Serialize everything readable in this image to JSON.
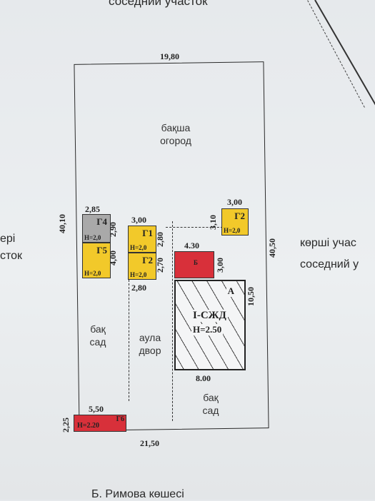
{
  "top_label": "соседний участок",
  "bottom_label": "Б. Римова көшесі",
  "left_labels": {
    "kazakh": "ері",
    "russian": "сток"
  },
  "right_labels": {
    "kazakh": "көрші учас",
    "russian": "соседний у"
  },
  "zones": {
    "garden_top": {
      "kazakh": "бақша",
      "russian": "огород"
    },
    "garden_left": {
      "kazakh": "бақ",
      "russian": "сад"
    },
    "yard": {
      "kazakh": "аула",
      "russian": "двор"
    },
    "garden_right": {
      "kazakh": "бақ",
      "russian": "сад"
    }
  },
  "dimensions": {
    "top": "19,80",
    "bottom": "21,50",
    "left": "40,10",
    "right": "40,50",
    "g4_width": "2,85",
    "g4_height": "2,90",
    "g1_width": "3,00",
    "g1_height": "2,80",
    "g2_mid_height": "2,70",
    "g2_mid_width": "2,80",
    "g5_height": "4,00",
    "g2_right_width": "3,00",
    "g2_right_height": "3,10",
    "shed_width": "4.30",
    "shed_height": "3,00",
    "house_width": "8.00",
    "house_height": "10,50",
    "g6_width": "5,50",
    "g6_height": "2,25"
  },
  "buildings": {
    "g4": {
      "name": "Г4",
      "height": "H=2,0"
    },
    "g5": {
      "name": "Г5",
      "height": "H=2,0"
    },
    "g1": {
      "name": "Г1",
      "height": "H=2,0"
    },
    "g2_mid": {
      "name": "Г2",
      "height": "H=2,0"
    },
    "g2_right": {
      "name": "Г2",
      "height": "H=2,0"
    },
    "shed": {
      "name": "Б"
    },
    "house": {
      "name": "I-СЖД",
      "height": "H=2.50",
      "letter": "А"
    },
    "g6": {
      "name": "Г6",
      "height": "H=2.20"
    }
  },
  "colors": {
    "outbuilding": "#f2c92a",
    "grey_building": "#a9a9a9",
    "red_building": "#d8303a",
    "paper": "#e9ecef"
  }
}
